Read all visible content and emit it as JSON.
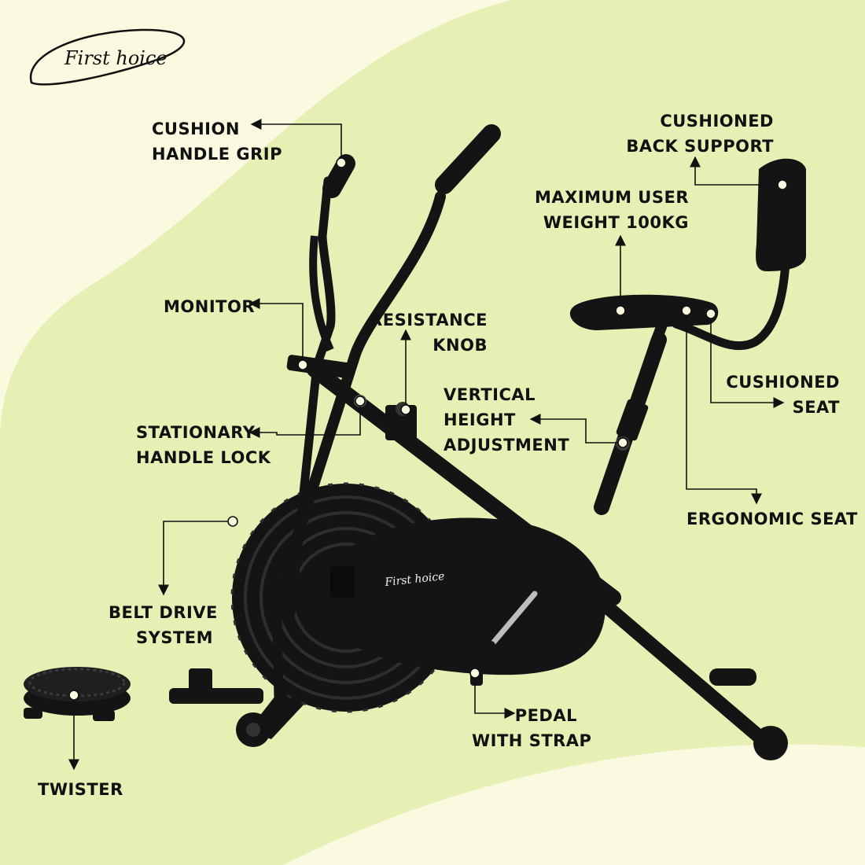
{
  "brand": {
    "logo_text": "First hoice",
    "frame_logo_text": "First hoice"
  },
  "colors": {
    "background_light": "#fbf9e0",
    "background_green": "#e6efb4",
    "product": "#141414",
    "text": "#111111"
  },
  "labels": {
    "cushion_handle_grip": [
      "CUSHION",
      "HANDLE GRIP"
    ],
    "cushioned_back_support": [
      "CUSHIONED",
      "BACK SUPPORT"
    ],
    "max_user_weight": [
      "MAXIMUM USER",
      "WEIGHT 100KG"
    ],
    "monitor": [
      "MONITOR"
    ],
    "resistance_knob": [
      "RESISTANCE",
      "KNOB"
    ],
    "cushioned_seat": [
      "CUSHIONED",
      "SEAT"
    ],
    "vertical_height_adjustment": [
      "VERTICAL",
      "HEIGHT",
      "ADJUSTMENT"
    ],
    "stationary_handle_lock": [
      "STATIONARY",
      "HANDLE LOCK"
    ],
    "ergonomic_seat": [
      "ERGONOMIC SEAT"
    ],
    "belt_drive_system": [
      "BELT DRIVE",
      "SYSTEM"
    ],
    "pedal_with_strap": [
      "PEDAL",
      "WITH STRAP"
    ],
    "twister": [
      "TWISTER"
    ]
  }
}
